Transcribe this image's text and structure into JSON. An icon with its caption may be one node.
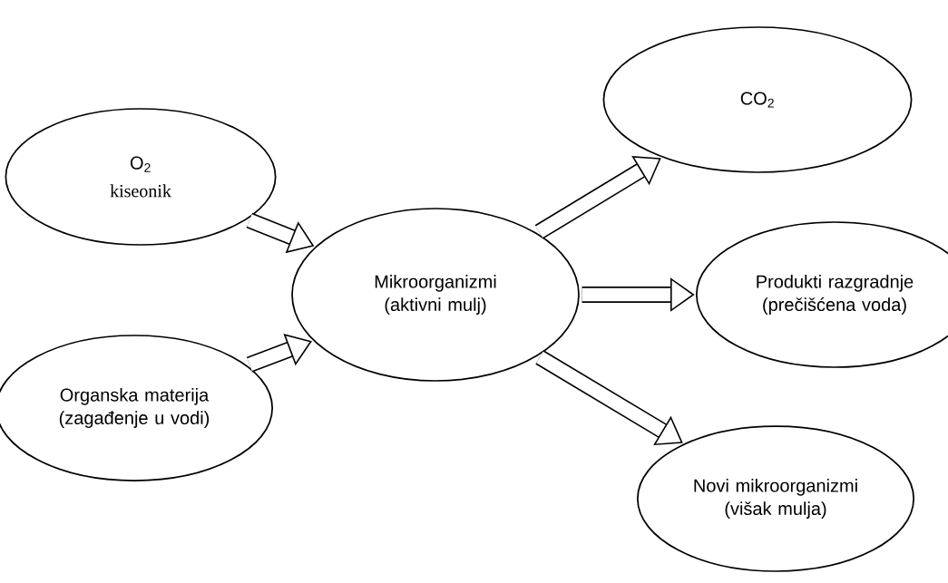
{
  "diagram": {
    "nodes": [
      {
        "text": [
          "O$_{2}$",
          "kiseonik"
        ]
      },
      {
        "text": [
          "Organska materija (zagađenje u vodi)"
        ]
      },
      {
        "text": [
          "Mikroorganizmi (aktivni mulj)"
        ]
      },
      {
        "text": [
          "CO$_{2}$"
        ]
      },
      {
        "text": [
          "Produkti razgradnje (prečišćena voda)"
        ]
      },
      {
        "text": [
          "Novi mikroorganizmi (višak mulja)"
        ]
      }
    ],
    "edges": [
      {
        "from": 0,
        "to": 2,
        "arrow": "to"
      },
      {
        "from": 1,
        "to": 2,
        "arrow": "to"
      },
      {
        "from": 2,
        "to": 3,
        "arrow": "to"
      },
      {
        "from": 2,
        "to": 4,
        "arrow": "to"
      },
      {
        "from": 2,
        "to": 5,
        "arrow": "to"
      }
    ]
  }
}
